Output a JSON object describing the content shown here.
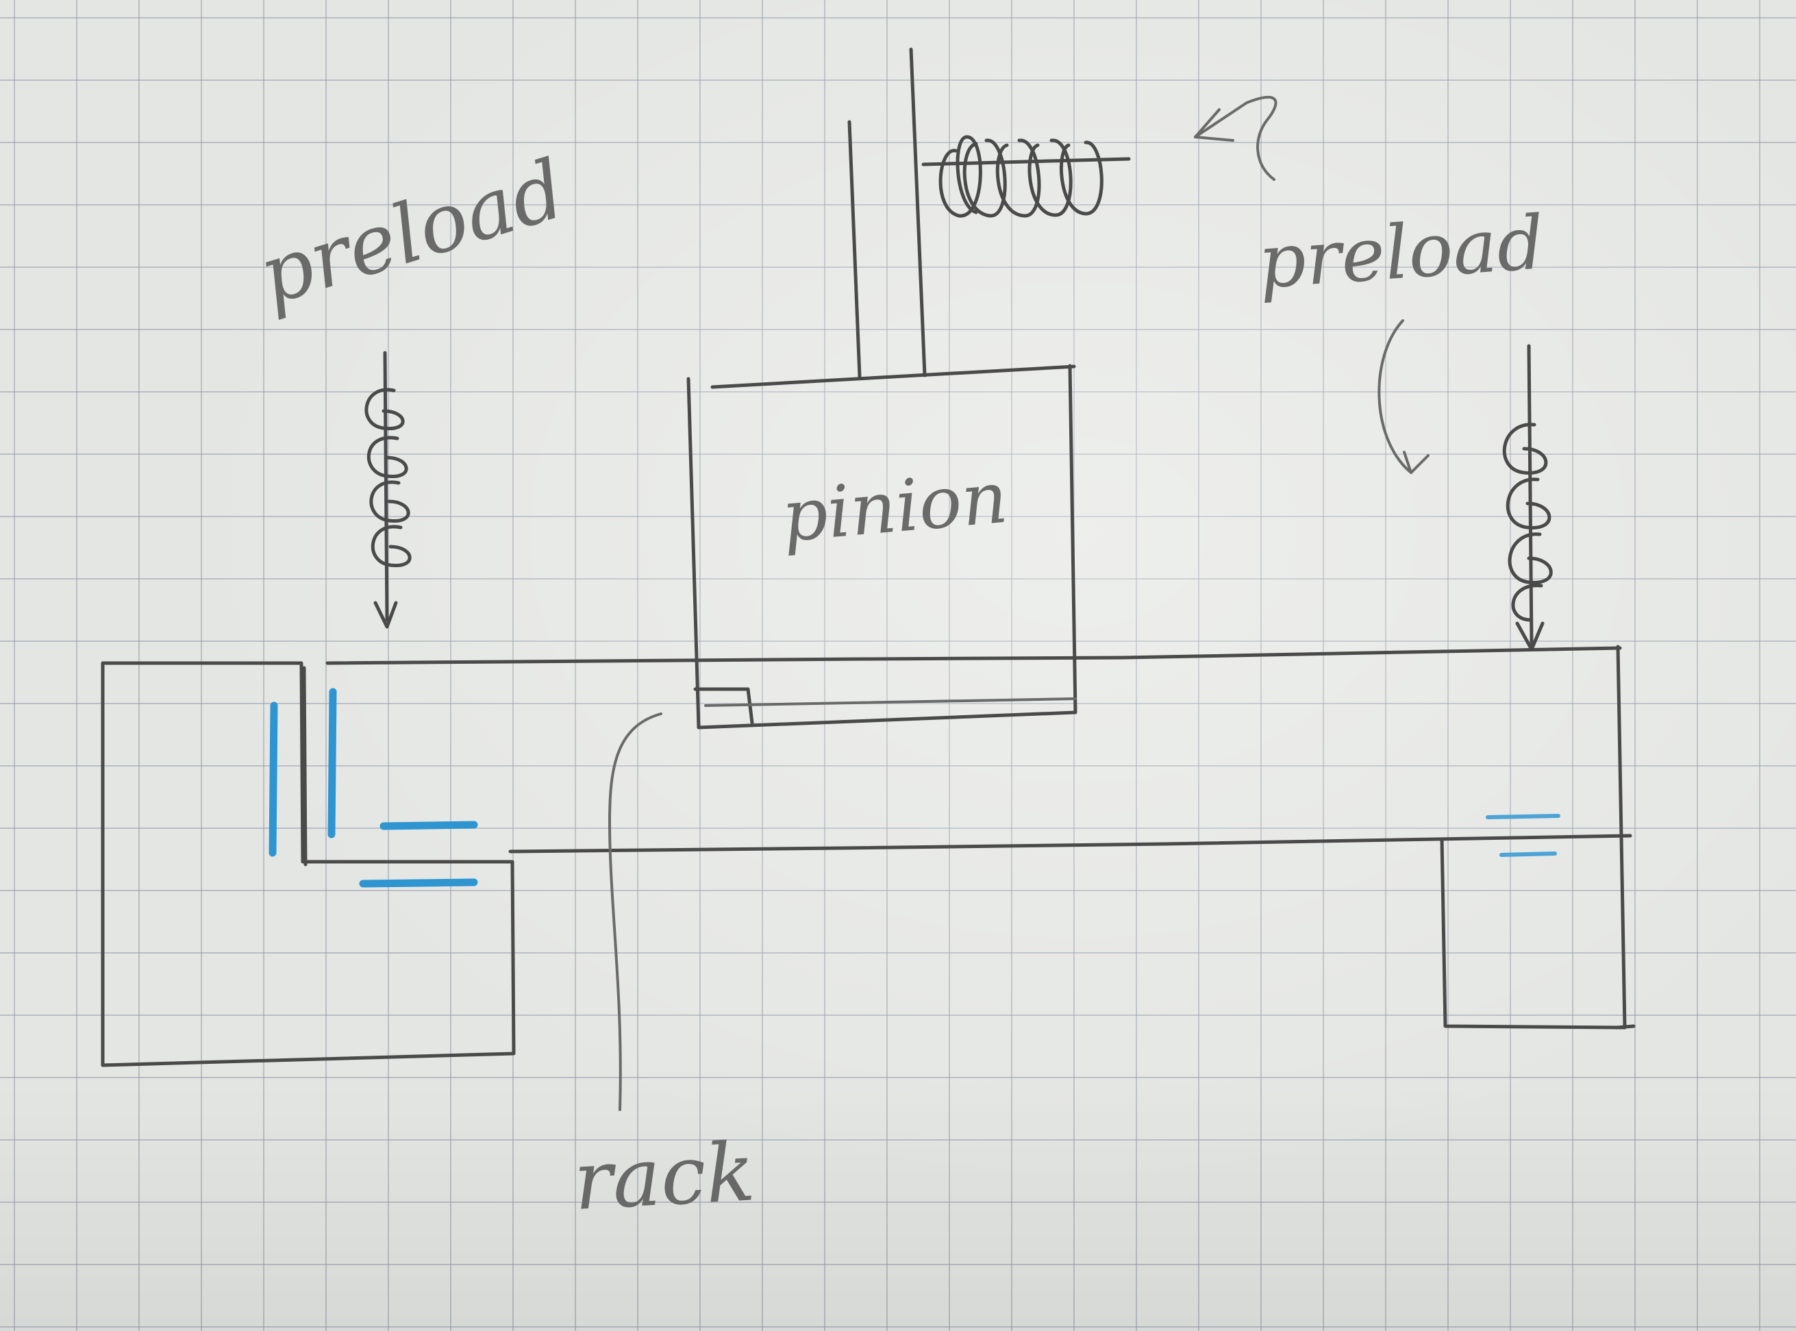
{
  "labels": {
    "preload_left": "preload",
    "preload_right": "preload",
    "pinion": "pinion",
    "rack": "rack"
  },
  "colors": {
    "pencil": "#4a4a4a",
    "blue_marker": "#2f95d1",
    "grid": "#949caa",
    "paper": "#e4e6e3"
  },
  "icons": {
    "spring": "coil-spring-icon",
    "arrow": "arrow-down-icon"
  }
}
